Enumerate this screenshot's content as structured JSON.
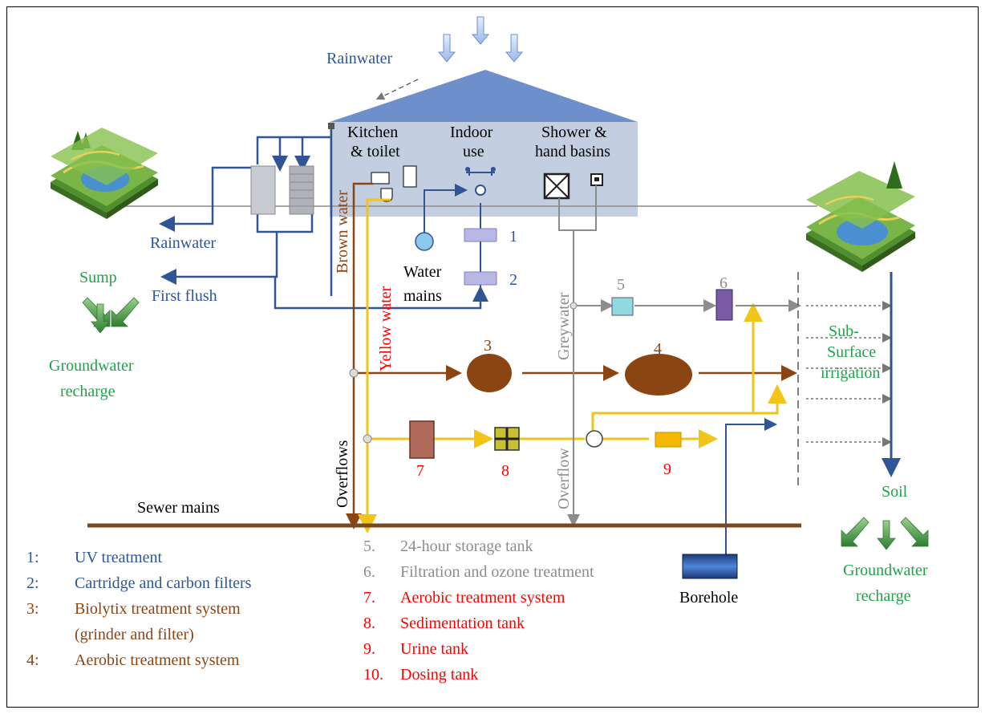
{
  "colors": {
    "blue": "#2f5597",
    "brown": "#8b4513",
    "yellow": "#f2c418",
    "grey": "#8c8c8c",
    "red": "#ff0000",
    "green": "#1ea34a",
    "house": "#c3cfe0",
    "roof": "#6d8fcc"
  },
  "icons": {
    "rain": "down-arrow-icon",
    "landscape": "pond-landscape-icon",
    "groundwater": "green-arrow-icon"
  },
  "labels": {
    "rainwater_top": "Rainwater",
    "kitchen_1": "Kitchen",
    "kitchen_2": "& toilet",
    "indoor_1": "Indoor",
    "indoor_2": "use",
    "shower_1": "Shower &",
    "shower_2": "hand basins",
    "rainwater_left": "Rainwater",
    "first_flush": "First flush",
    "sump": "Sump",
    "gw_left_1": "Groundwater",
    "gw_left_2": "recharge",
    "water_mains_1": "Water",
    "water_mains_2": "mains",
    "brown_water": "Brown water",
    "yellow_water": "Yellow water",
    "overflows": "Overflows",
    "greywater": "Greywater",
    "overflow": "Overflow",
    "sub_surface_1": "Sub-",
    "sub_surface_2": "Surface",
    "sub_surface_3": "irrigation",
    "soil": "Soil",
    "gw_right_1": "Groundwater",
    "gw_right_2": "recharge",
    "sewer_mains": "Sewer mains",
    "borehole": "Borehole",
    "n1": "1",
    "n2": "2",
    "n3": "3",
    "n4": "4",
    "n5": "5",
    "n6": "6",
    "n7": "7",
    "n8": "8",
    "n9": "9"
  },
  "legend": [
    {
      "num": "1:",
      "text": "UV treatment",
      "color": "#2f5597"
    },
    {
      "num": "2:",
      "text": "Cartridge and carbon filters",
      "color": "#2f5597"
    },
    {
      "num": "3:",
      "text": "Biolytix treatment system",
      "color": "#8b4513"
    },
    {
      "num": "",
      "text": "(grinder and filter)",
      "color": "#8b4513"
    },
    {
      "num": "4:",
      "text": "Aerobic treatment system",
      "color": "#8b4513"
    },
    {
      "num": "5.",
      "text": "24-hour storage tank",
      "color": "#8c8c8c"
    },
    {
      "num": "6.",
      "text": "Filtration and ozone treatment",
      "color": "#8c8c8c"
    },
    {
      "num": "7.",
      "text": "Aerobic treatment system",
      "color": "#ff0000"
    },
    {
      "num": "8.",
      "text": "Sedimentation tank",
      "color": "#ff0000"
    },
    {
      "num": "9.",
      "text": "Urine tank",
      "color": "#ff0000"
    },
    {
      "num": "10.",
      "text": "Dosing tank",
      "color": "#ff0000"
    }
  ]
}
